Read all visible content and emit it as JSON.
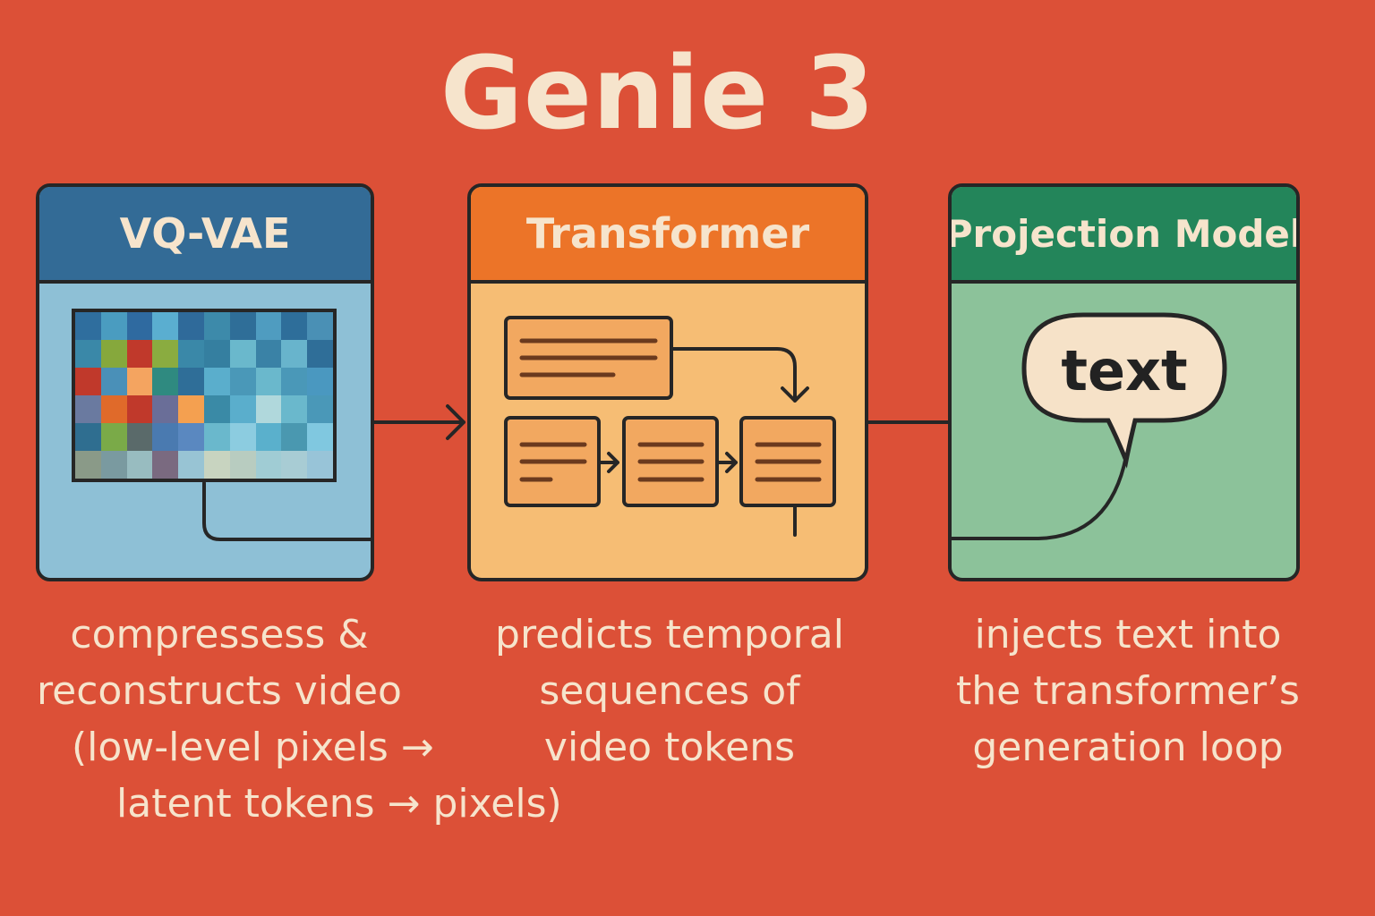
{
  "title": "Genie 3",
  "panels": [
    {
      "header": "VQ-VAE",
      "caption": [
        "compressess &",
        "reconstructs video",
        "(low-level pixels →",
        "latent tokens → pixels)"
      ]
    },
    {
      "header": "Transformer",
      "caption": [
        "predicts temporal",
        "sequences of",
        "video tokens"
      ]
    },
    {
      "header": "Projection Model",
      "bubble": "text",
      "caption": [
        "injects text into",
        "the transformer’s",
        "generation loop"
      ]
    }
  ],
  "colors": {
    "background": "#dc5037",
    "vqvae": "#336b96",
    "transformer": "#ec7428",
    "projection": "#23855a"
  },
  "pixel_grid": [
    [
      "#2f6e9e",
      "#4a9cc0",
      "#2f6aa0",
      "#5aaed0",
      "#2f6a9a",
      "#3d8aaa",
      "#2f6e98",
      "#4f9cc0",
      "#2e6e9a",
      "#4a90b5"
    ],
    [
      "#3a88a8",
      "#86a83c",
      "#c0392b",
      "#8aac40",
      "#3a88a8",
      "#357fa0",
      "#6ab8cc",
      "#3a82a6",
      "#68b4cc",
      "#2f6e98"
    ],
    [
      "#c0392b",
      "#4a90b8",
      "#f4a460",
      "#2f8a80",
      "#2f6e98",
      "#5aaecc",
      "#4a98b8",
      "#6ab8cc",
      "#4a98b8",
      "#4a98c0"
    ],
    [
      "#6a7aa0",
      "#e06a2a",
      "#c0392b",
      "#6a6e98",
      "#f4a050",
      "#3a8aa6",
      "#5aaecc",
      "#b0d8dc",
      "#6ab8cc",
      "#4a98b8"
    ],
    [
      "#2f6e90",
      "#7aaa48",
      "#5a6a6a",
      "#4a7ab0",
      "#5a88c0",
      "#6ab8cc",
      "#8ccce0",
      "#5ab0cc",
      "#4a98b0",
      "#80c8e0"
    ],
    [
      "#8a9a88",
      "#7a9aa0",
      "#98bcc0",
      "#7a6a80",
      "#98c4d4",
      "#c8d4c0",
      "#b8ccc0",
      "#a0ccd4",
      "#a8ccd4",
      "#98c4d8"
    ]
  ]
}
